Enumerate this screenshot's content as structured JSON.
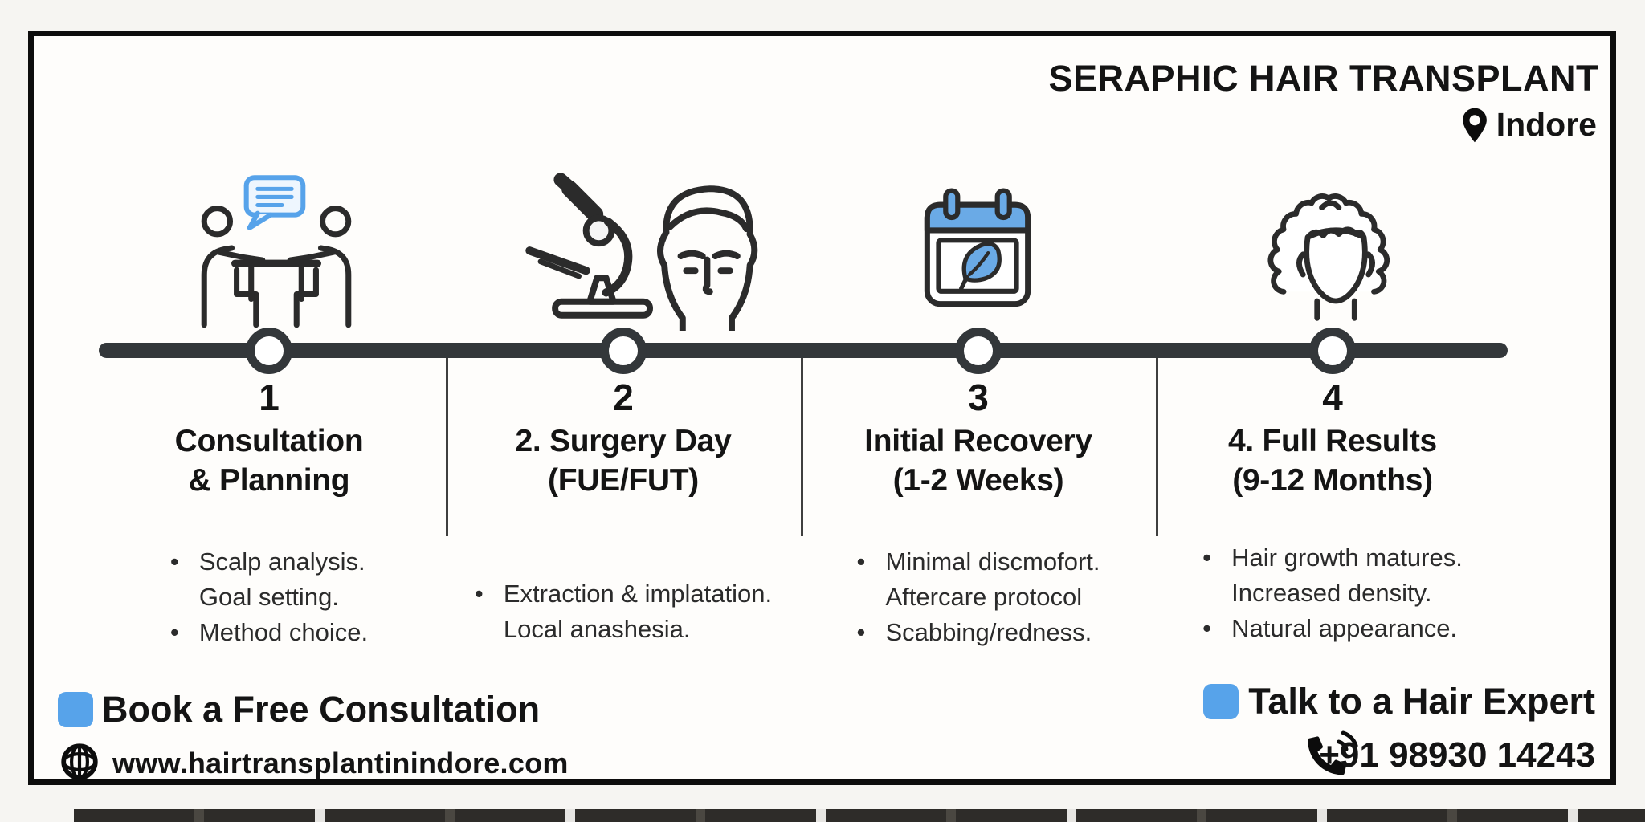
{
  "header": {
    "brand": "SERAPHIC HAIR TRANSPLANT",
    "location": "Indore"
  },
  "steps": [
    {
      "number": "1",
      "icon": "consultation-chat-icon",
      "title": [
        "Consultation",
        "& Planning"
      ],
      "bullets": [
        {
          "lines": [
            "Scalp analysis.",
            "Goal setting."
          ]
        },
        {
          "lines": [
            "Method choice."
          ]
        }
      ]
    },
    {
      "number": "2",
      "icon": "microscope-head-icon",
      "title": [
        "2. Surgery Day",
        "(FUE/FUT)"
      ],
      "bullets": [
        {
          "lines": [
            "Extraction & implatation.",
            "Local anashesia."
          ]
        }
      ]
    },
    {
      "number": "3",
      "icon": "calendar-leaf-icon",
      "title": [
        "Initial Recovery",
        "(1-2 Weeks)"
      ],
      "bullets": [
        {
          "lines": [
            "Minimal discmofort.",
            "Aftercare protocol"
          ]
        },
        {
          "lines": [
            "Scabbing/redness."
          ]
        }
      ]
    },
    {
      "number": "4",
      "icon": "curly-hair-head-icon",
      "title": [
        "4. Full Results",
        "(9-12 Months)"
      ],
      "bullets": [
        {
          "lines": [
            "Hair growth matures.",
            "Increased density."
          ]
        },
        {
          "lines": [
            "Natural appearance."
          ]
        }
      ]
    }
  ],
  "footer": {
    "book_cta": "Book a Free Consultation",
    "website": "www.hairtransplantinindore.com",
    "talk_cta": "Talk to a Hair Expert",
    "phone": "+91 98930 14243"
  },
  "colors": {
    "accent": "#57a3ea",
    "timeline": "#33373a",
    "frame": "#0d0d0d"
  }
}
